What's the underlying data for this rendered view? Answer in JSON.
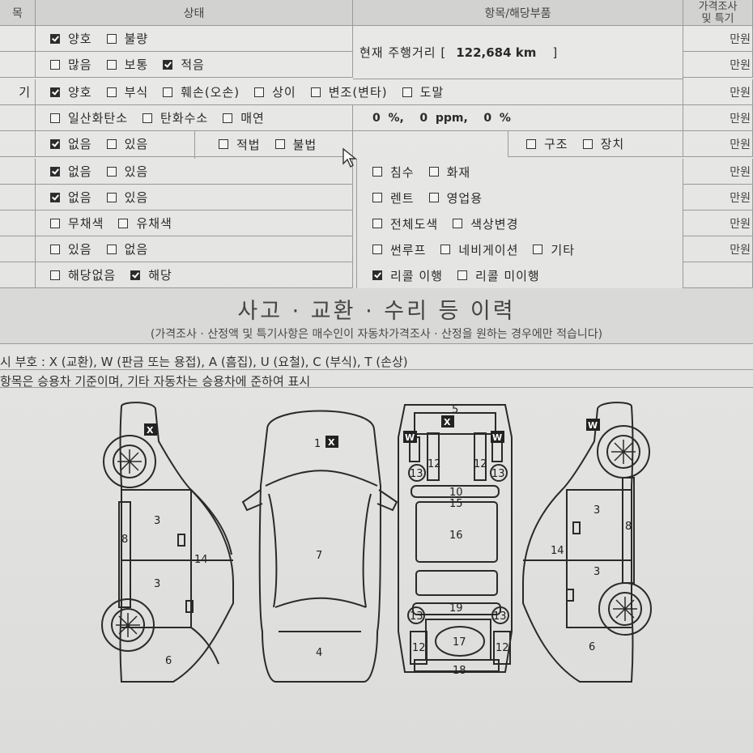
{
  "header": {
    "col_left": "목",
    "col_status": "상태",
    "col_item": "항목/해당부품",
    "col_right_1": "가격조사",
    "col_right_2": "및 특기"
  },
  "rows": [
    {
      "left": "",
      "options": [
        {
          "label": "양호",
          "checked": true
        },
        {
          "label": "불량",
          "checked": false
        }
      ],
      "right": "만원"
    },
    {
      "left": "",
      "options": [
        {
          "label": "많음",
          "checked": false
        },
        {
          "label": "보통",
          "checked": false
        },
        {
          "label": "적음",
          "checked": true
        }
      ],
      "right": "만원"
    },
    {
      "left": "기",
      "options": [
        {
          "label": "양호",
          "checked": true
        },
        {
          "label": "부식",
          "checked": false
        },
        {
          "label": "훼손(오손)",
          "checked": false
        },
        {
          "label": "상이",
          "checked": false
        },
        {
          "label": "변조(변타)",
          "checked": false
        },
        {
          "label": "도말",
          "checked": false
        }
      ],
      "right": "만원"
    },
    {
      "left": "",
      "options": [
        {
          "label": "일산화탄소",
          "checked": false
        },
        {
          "label": "탄화수소",
          "checked": false
        },
        {
          "label": "매연",
          "checked": false
        }
      ],
      "right": "만원"
    },
    {
      "left": "",
      "options": [
        {
          "label": "없음",
          "checked": true
        },
        {
          "label": "있음",
          "checked": false
        }
      ],
      "options2": [
        {
          "label": "적법",
          "checked": false
        },
        {
          "label": "불법",
          "checked": false
        }
      ],
      "options3": [
        {
          "label": "구조",
          "checked": false
        },
        {
          "label": "장치",
          "checked": false
        }
      ],
      "right": "만원"
    },
    {
      "left": "",
      "options": [
        {
          "label": "없음",
          "checked": true
        },
        {
          "label": "있음",
          "checked": false
        }
      ],
      "options2": [
        {
          "label": "침수",
          "checked": false
        },
        {
          "label": "화재",
          "checked": false
        }
      ],
      "right": "만원"
    },
    {
      "left": "",
      "options": [
        {
          "label": "없음",
          "checked": true
        },
        {
          "label": "있음",
          "checked": false
        }
      ],
      "options2": [
        {
          "label": "렌트",
          "checked": false
        },
        {
          "label": "영업용",
          "checked": false
        }
      ],
      "right": "만원"
    },
    {
      "left": "",
      "options": [
        {
          "label": "무채색",
          "checked": false
        },
        {
          "label": "유채색",
          "checked": false
        }
      ],
      "options2": [
        {
          "label": "전체도색",
          "checked": false
        },
        {
          "label": "색상변경",
          "checked": false
        }
      ],
      "right": "만원"
    },
    {
      "left": "",
      "options": [
        {
          "label": "있음",
          "checked": false
        },
        {
          "label": "없음",
          "checked": false
        }
      ],
      "options2": [
        {
          "label": "썬루프",
          "checked": false
        },
        {
          "label": "네비게이션",
          "checked": false
        },
        {
          "label": "기타",
          "checked": false
        }
      ],
      "right": "만원"
    },
    {
      "left": "",
      "options": [
        {
          "label": "해당없음",
          "checked": false
        },
        {
          "label": "해당",
          "checked": true
        }
      ],
      "options2": [
        {
          "label": "리콜 이행",
          "checked": true
        },
        {
          "label": "리콜 미이행",
          "checked": false
        }
      ],
      "right": ""
    }
  ],
  "mileage": {
    "prefix": "현재 주행거리 [",
    "value": "122,684 km",
    "suffix": "]"
  },
  "emission": {
    "v1": "0",
    "u1": "%,",
    "v2": "0",
    "u2": "ppm,",
    "v3": "0",
    "u3": "%"
  },
  "section": {
    "title": "사고 · 교환 · 수리 등 이력",
    "subtitle": "(가격조사 · 산정액 및 특기사항은 매수인이 자동차가격조사 · 산정을 원하는 경우에만 적습니다)"
  },
  "legend": {
    "line1": "시 부호 : X (교환), W (판금 또는 용접), A (흠집), U (요철), C (부식), T (손상)",
    "line2": "항목은 승용차 기준이며, 기타 자동차는 승용차에 준하여 표시"
  },
  "diagram_marks": {
    "x": "X",
    "w": "W"
  },
  "part_numbers": {
    "n1": "1",
    "n3": "3",
    "n4": "4",
    "n5": "5",
    "n6": "6",
    "n7": "7",
    "n8": "8",
    "n10": "10",
    "n12": "12",
    "n13": "13",
    "n14": "14",
    "n15": "15",
    "n16": "16",
    "n17": "17",
    "n18": "18",
    "n19": "19"
  },
  "icons": {
    "cursor": "mouse-pointer-icon",
    "checkbox": "checkbox-icon"
  }
}
